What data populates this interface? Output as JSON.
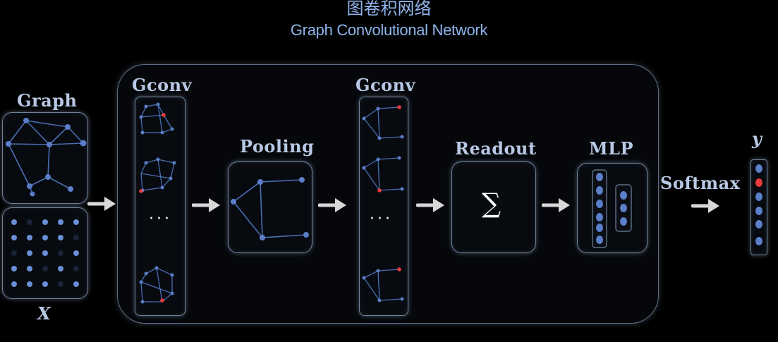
{
  "title_cn": "图卷积网络",
  "title_en": "Graph Convolutional Network",
  "labels": {
    "graph": "Graph",
    "x": "X",
    "gconv1": "Gconv",
    "pooling": "Pooling",
    "gconv2": "Gconv",
    "readout": "Readout",
    "mlp": "MLP",
    "softmax": "Softmax",
    "y": "y"
  },
  "ellipsis": "···",
  "sigma": "∑",
  "colors": {
    "node": "#5b7fc8",
    "highlight": "#e83b3b",
    "edge": "#4a6fb5",
    "label": "#b8c8e4"
  }
}
